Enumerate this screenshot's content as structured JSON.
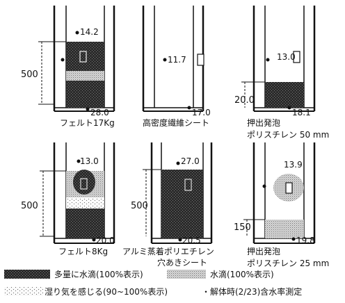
{
  "panels": [
    {
      "id": "felt17",
      "caption": [
        "フェルト17Kg"
      ],
      "top_value": "14.2",
      "bottom_value": "28.0",
      "dimension": "500",
      "fills": [
        "heavy",
        "medium",
        "heavy"
      ],
      "has_bag_icon": true
    },
    {
      "id": "hdfiber",
      "caption": [
        "高密度繊維シート"
      ],
      "top_value": "11.7",
      "bottom_value": "17.0",
      "dimension": "",
      "fills": [],
      "has_bag_icon": true
    },
    {
      "id": "xps50",
      "caption": [
        "押出発泡",
        "ポリスチレン 50 mm"
      ],
      "top_value": "13.0",
      "bottom_value": "18.1",
      "dimension": "20.0",
      "fills": [
        "heavy"
      ],
      "has_bag_icon": true
    },
    {
      "id": "felt8",
      "caption": [
        "フェルト8Kg"
      ],
      "top_value": "13.0",
      "bottom_value": "20.0",
      "dimension": "500",
      "fills": [
        "medium",
        "light",
        "heavy"
      ],
      "has_bag_icon": true
    },
    {
      "id": "alpe",
      "caption": [
        "アルミ蒸着ポリエチレン",
        "穴あきシート"
      ],
      "top_value": "27.0",
      "bottom_value": "20.5",
      "dimension": "500",
      "fills": [
        "heavy"
      ],
      "has_bag_icon": true
    },
    {
      "id": "xps25",
      "caption": [
        "押出発泡",
        "ポリスチレン 25 mm"
      ],
      "top_value": "13.9",
      "bottom_value": "19.8",
      "dimension": "150",
      "fills": [
        "medium"
      ],
      "has_bag_icon": true
    }
  ],
  "legend": {
    "heavy": "多量に水滴(100%表示)",
    "medium": "水滴(100%表示)",
    "light": "湿り気を感じる(90~100%表示)",
    "note": "・解体時(2/23)含水率測定"
  }
}
